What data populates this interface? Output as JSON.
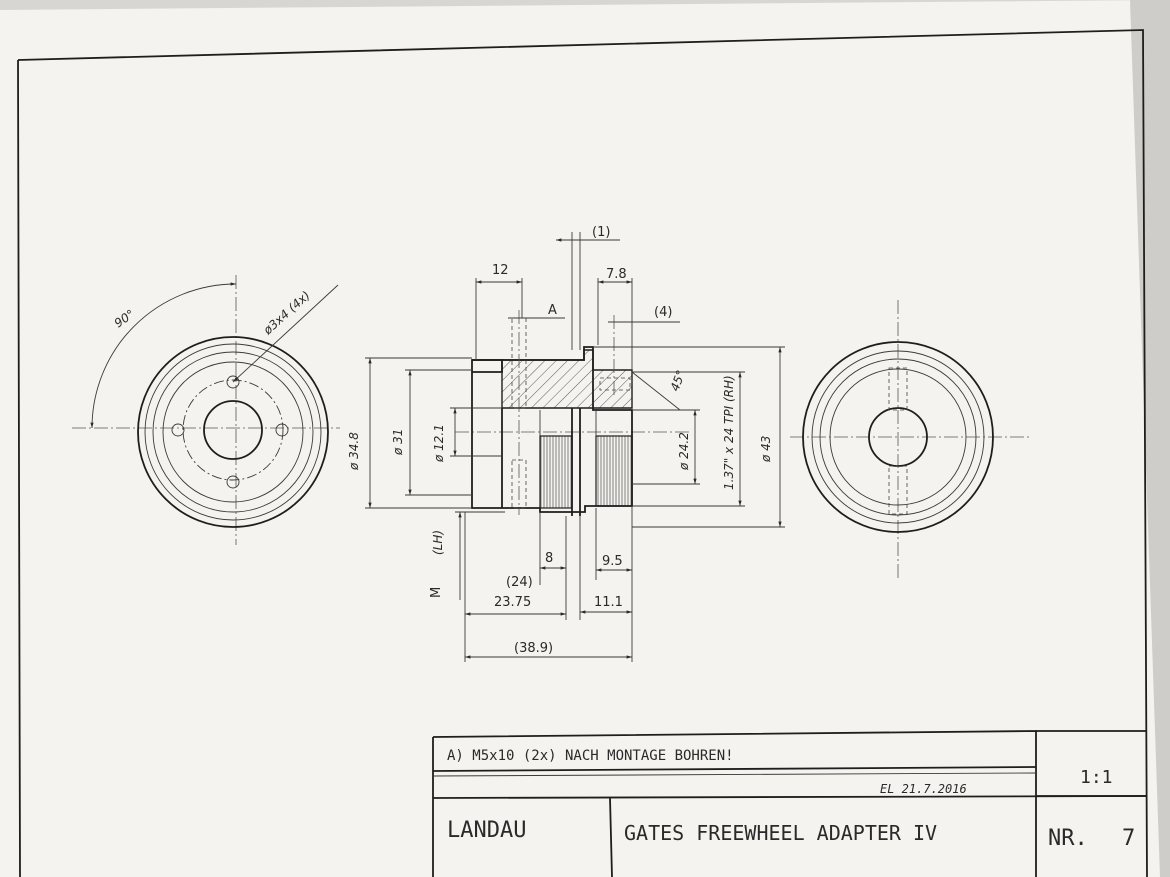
{
  "title_block": {
    "note": "A) M5x10 (2x) NACH MONTAGE BOHREN!",
    "signature": "EL  21.7.2016",
    "scale": "1:1",
    "company": "LANDAU",
    "drawing_title": "GATES FREEWHEEL ADAPTER IV",
    "number_label": "NR.",
    "number_value": "7"
  },
  "left_view": {
    "angle": "90°",
    "hole_callout": "ø3x4 (4x)"
  },
  "section_view": {
    "dim_1": "(1)",
    "dim_12": "12",
    "dim_7_8": "7.8",
    "label_a": "A",
    "dim_4": "(4)",
    "chamfer": "45°",
    "dia_34_8": "ø 34.8",
    "dia_31": "ø 31",
    "dia_12_1": "ø 12.1",
    "dia_24_2": "ø 24.2",
    "thread": "1.37\" x 24 TPI (RH)",
    "dia_43": "ø 43",
    "lh": "(LH)",
    "label_m": "M",
    "dim_8": "8",
    "dim_9_5": "9.5",
    "dim_24": "(24)",
    "dim_23_75": "23.75",
    "dim_11_1": "11.1",
    "dim_38_9": "(38.9)"
  }
}
